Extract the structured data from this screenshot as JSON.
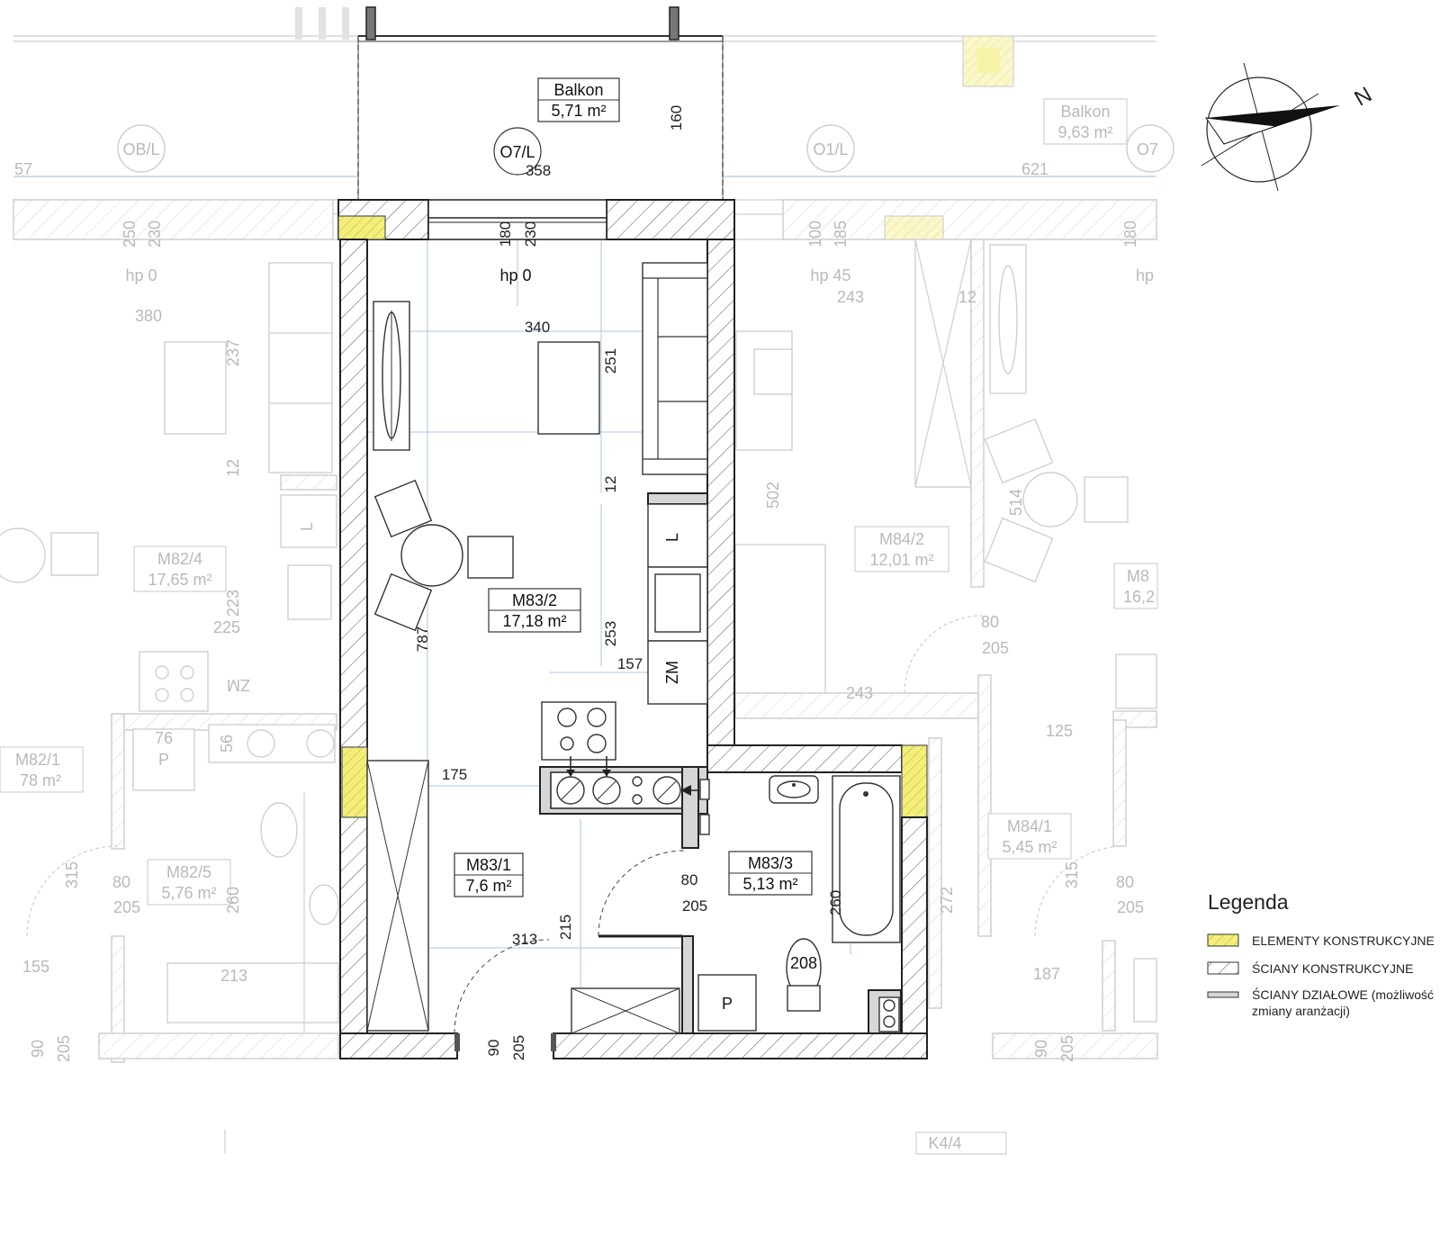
{
  "rooms": {
    "balkon_main": {
      "name": "Balkon",
      "area": "5,71 m²"
    },
    "balkon_right": {
      "name": "Balkon",
      "area": "9,63 m²"
    },
    "m83_2": {
      "name": "M83/2",
      "area": "17,18 m²"
    },
    "m83_1": {
      "name": "M83/1",
      "area": "7,6 m²"
    },
    "m83_3": {
      "name": "M83/3",
      "area": "5,13 m²"
    },
    "m82_4": {
      "name": "M82/4",
      "area": "17,65 m²"
    },
    "m82_1": {
      "name": "M82/1",
      "area": "78 m²"
    },
    "m82_5": {
      "name": "M82/5",
      "area": "5,76 m²"
    },
    "m84_2": {
      "name": "M84/2",
      "area": "12,01 m²"
    },
    "m84_1": {
      "name": "M84/1",
      "area": "5,45 m²"
    },
    "m8_right": {
      "name": "M8",
      "area": "16,2"
    },
    "k4_4": {
      "name": "K4/4",
      "area": ""
    }
  },
  "windows": {
    "o7l": "O7/L",
    "obl": "OB/L",
    "o1l": "O1/L",
    "o7_right": "O7"
  },
  "heights": {
    "hp_main": "hp 0",
    "hp_left": "hp 0",
    "hp_right": "hp 45",
    "hp_far_right": "hp"
  },
  "dimensions": {
    "d160": "160",
    "d358": "358",
    "d57": "57",
    "d621": "621",
    "d180_main": "180",
    "d230_main": "230",
    "d250": "250",
    "d230_left": "230",
    "d100": "100",
    "d185": "185",
    "d180_right": "180",
    "d340": "340",
    "d251": "251",
    "d12_main": "12",
    "d253": "253",
    "d157": "157",
    "d787": "787",
    "d175": "175",
    "d80_main": "80",
    "d205_main": "205",
    "d215": "215",
    "d313": "313",
    "d260_main": "260",
    "d208": "208",
    "d90_door": "90",
    "d205_door": "205",
    "d380": "380",
    "d237": "237",
    "d12_left": "12",
    "d223": "223",
    "d225": "225",
    "d76": "76",
    "d80_left": "80",
    "d205_left": "205",
    "d315_left": "315",
    "d260_left": "260",
    "d155": "155",
    "d213": "213",
    "d90_left": "90",
    "d205_left_bottom": "205",
    "d243_top": "243",
    "d12_right": "12",
    "d502": "502",
    "d514": "514",
    "d80_right": "80",
    "d205_right": "205",
    "d243_mid": "243",
    "d125": "125",
    "d272": "272",
    "d315_right": "315",
    "d80_far": "80",
    "d205_far": "205",
    "d187": "187",
    "d90_right": "90",
    "d205_right_bottom": "205"
  },
  "appliances": {
    "l_main": "L",
    "zm_main": "ZM",
    "p_main": "P",
    "l_left": "L",
    "zm_left": "ZM",
    "p_left": "P",
    "meter_56": "56"
  },
  "compass": {
    "north_label": "N"
  },
  "legend": {
    "title": "Legenda",
    "items": [
      {
        "label": "ELEMENTY KONSTRUKCYJNE"
      },
      {
        "label": "ŚCIANY KONSTRUKCYJNE"
      },
      {
        "label": "ŚCIANY DZIAŁOWE (możliwość zmiany aranżacji)"
      }
    ],
    "item3_line1": "ŚCIANY DZIAŁOWE (możliwość",
    "item3_line2": "zmiany aranżacji)"
  },
  "colors": {
    "structural_yellow": "#f2ee78",
    "dimension_blue": "#a9c7e4",
    "ghost_gray": "#cfcfcf"
  }
}
